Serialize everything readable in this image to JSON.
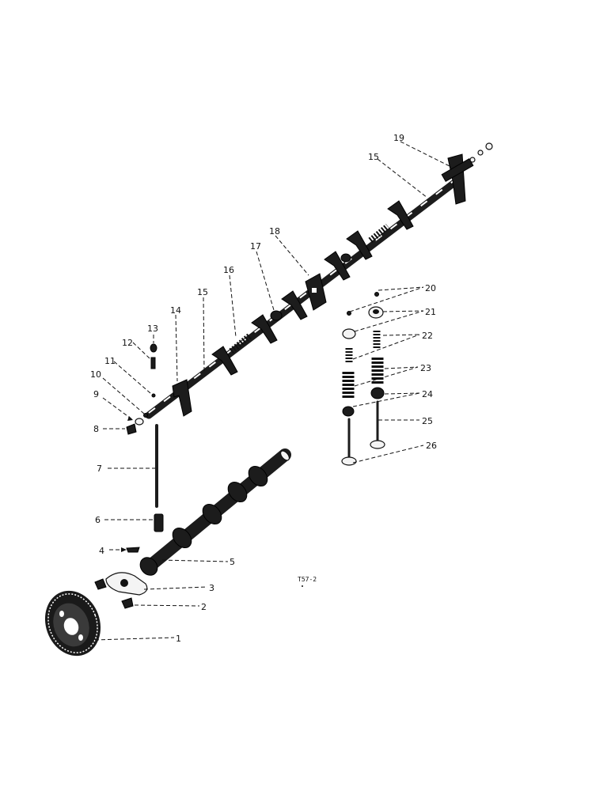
{
  "figure_code": "T57-2",
  "callouts": [
    "1",
    "2",
    "3",
    "4",
    "5",
    "6",
    "7",
    "8",
    "9",
    "10",
    "11",
    "12",
    "13",
    "14",
    "15",
    "15",
    "16",
    "17",
    "18",
    "19",
    "20",
    "21",
    "22",
    "23",
    "24",
    "25",
    "26"
  ]
}
